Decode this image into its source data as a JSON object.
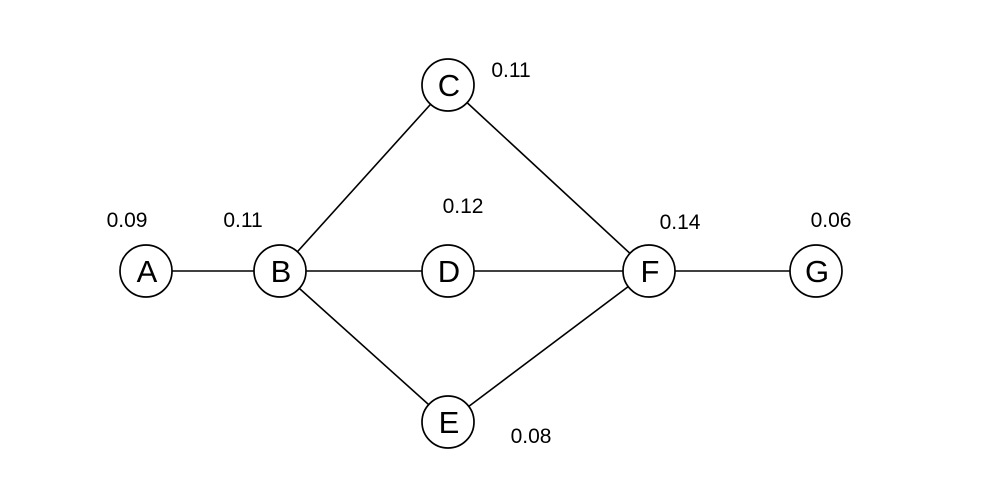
{
  "graph": {
    "title": "weighted-node-graph",
    "background_color": "#ffffff",
    "line_color": "#000000",
    "text_color": "#000000",
    "nodes": [
      {
        "id": "A",
        "value": "0.09"
      },
      {
        "id": "B",
        "value": "0.11"
      },
      {
        "id": "C",
        "value": "0.11"
      },
      {
        "id": "D",
        "value": "0.12"
      },
      {
        "id": "E",
        "value": "0.08"
      },
      {
        "id": "F",
        "value": "0.14"
      },
      {
        "id": "G",
        "value": "0.06"
      }
    ],
    "edges": [
      {
        "from": "A",
        "to": "B"
      },
      {
        "from": "B",
        "to": "C"
      },
      {
        "from": "B",
        "to": "D"
      },
      {
        "from": "B",
        "to": "E"
      },
      {
        "from": "C",
        "to": "F"
      },
      {
        "from": "D",
        "to": "F"
      },
      {
        "from": "E",
        "to": "F"
      },
      {
        "from": "F",
        "to": "G"
      }
    ]
  }
}
